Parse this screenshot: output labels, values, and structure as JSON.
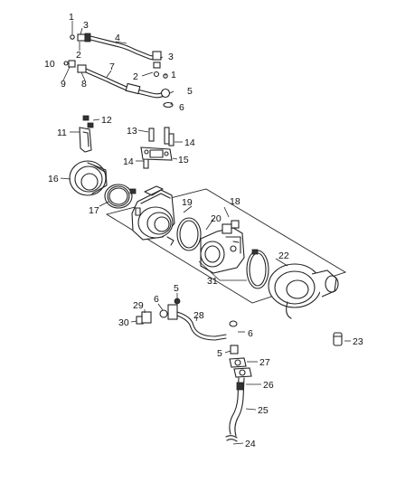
{
  "callouts": {
    "c1": "1",
    "c2": "2",
    "c3": "3",
    "c4": "4",
    "c5": "5",
    "c6": "6",
    "c7": "7",
    "c8": "8",
    "c9": "9",
    "c10": "10",
    "c11": "11",
    "c12": "12",
    "c13": "13",
    "c14": "14",
    "c15": "15",
    "c16": "16",
    "c17": "17",
    "c18": "18",
    "c19": "19",
    "c20": "20",
    "c22": "22",
    "c23": "23",
    "c24": "24",
    "c25": "25",
    "c26": "26",
    "c27": "27",
    "c28": "28",
    "c29": "29",
    "c30": "30",
    "c31": "31"
  }
}
